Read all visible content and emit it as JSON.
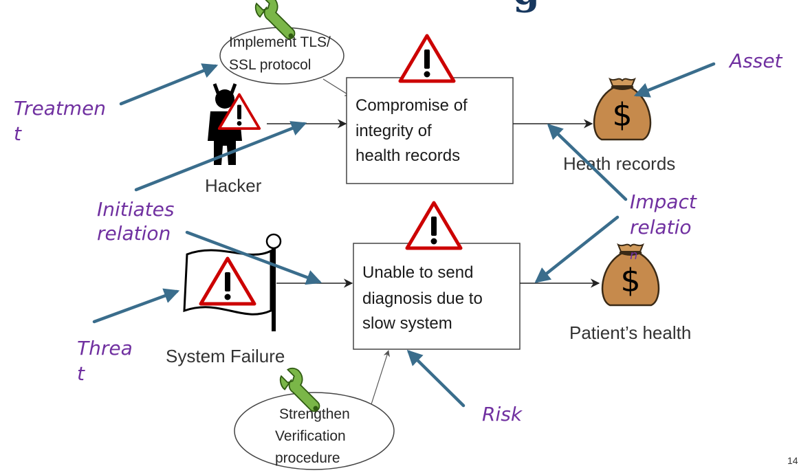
{
  "slide": {
    "title_fragment": "g",
    "page_number": "14"
  },
  "treatments": [
    {
      "lines": [
        "Implement TLS/",
        "SSL protocol"
      ]
    },
    {
      "lines": [
        "Strengthen",
        "Verification",
        "procedure"
      ]
    }
  ],
  "unwanted_incidents": [
    {
      "lines": [
        "Compromise of",
        "integrity of",
        "health records"
      ]
    },
    {
      "lines": [
        "Unable to send",
        "diagnosis due to",
        "slow system"
      ]
    }
  ],
  "threats": [
    {
      "label": "Hacker"
    },
    {
      "label": "System Failure"
    }
  ],
  "assets": [
    {
      "label": "Heath records"
    },
    {
      "label": "Patient’s health"
    }
  ],
  "concept_labels": {
    "treatment": [
      "Treatmen",
      "t"
    ],
    "initiates_relation": [
      "Initiates",
      "relation"
    ],
    "threat": [
      "Threa",
      "t"
    ],
    "asset": [
      "Asset"
    ],
    "impact_relation": [
      "Impact",
      "relatio",
      "n"
    ],
    "risk": [
      "Risk"
    ]
  },
  "colors": {
    "pointer_arrow": "#3a6d8c",
    "concept_text": "#7030a0",
    "warning_red": "#cc0000",
    "wrench_green": "#7ab648",
    "money_bag": "#c68a4c"
  },
  "icons": {
    "warning": "warning-triangle-icon",
    "wrench": "wrench-icon",
    "asset": "money-bag-icon",
    "hacker": "hacker-devil-icon",
    "flag": "flag-icon"
  }
}
